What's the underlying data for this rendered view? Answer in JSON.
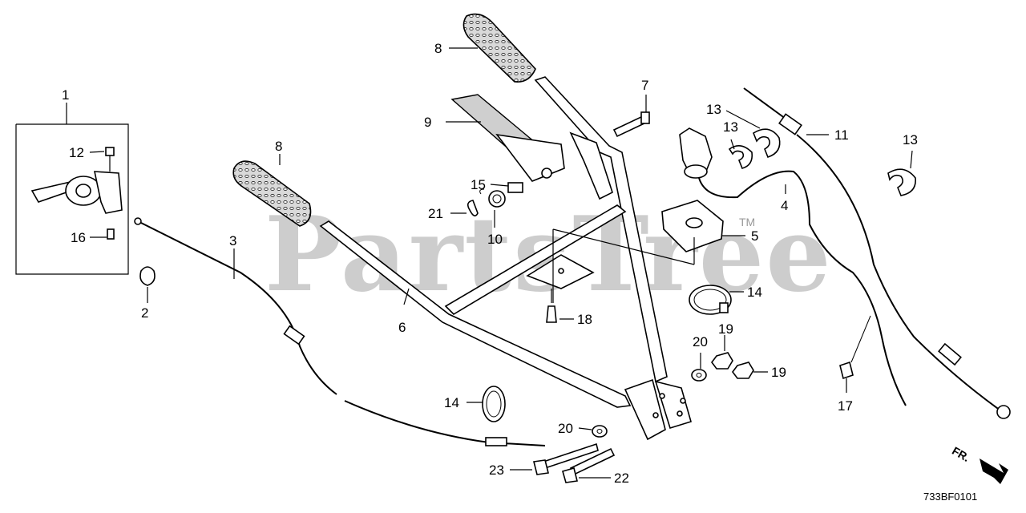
{
  "watermark": {
    "text": "PartsTree",
    "mark": "TM"
  },
  "diagram_code": "733BF0101",
  "direction_label": "FR.",
  "callouts": [
    {
      "id": "1",
      "label": "1"
    },
    {
      "id": "2",
      "label": "2"
    },
    {
      "id": "3",
      "label": "3"
    },
    {
      "id": "4",
      "label": "4"
    },
    {
      "id": "5",
      "label": "5"
    },
    {
      "id": "6",
      "label": "6"
    },
    {
      "id": "7",
      "label": "7"
    },
    {
      "id": "8a",
      "label": "8"
    },
    {
      "id": "8b",
      "label": "8"
    },
    {
      "id": "9",
      "label": "9"
    },
    {
      "id": "10",
      "label": "10"
    },
    {
      "id": "11",
      "label": "11"
    },
    {
      "id": "12",
      "label": "12"
    },
    {
      "id": "13a",
      "label": "13"
    },
    {
      "id": "13b",
      "label": "13"
    },
    {
      "id": "13c",
      "label": "13"
    },
    {
      "id": "14a",
      "label": "14"
    },
    {
      "id": "14b",
      "label": "14"
    },
    {
      "id": "15",
      "label": "15"
    },
    {
      "id": "16",
      "label": "16"
    },
    {
      "id": "17",
      "label": "17"
    },
    {
      "id": "18",
      "label": "18"
    },
    {
      "id": "19a",
      "label": "19"
    },
    {
      "id": "19b",
      "label": "19"
    },
    {
      "id": "20a",
      "label": "20"
    },
    {
      "id": "20b",
      "label": "20"
    },
    {
      "id": "21",
      "label": "21"
    },
    {
      "id": "22",
      "label": "22"
    },
    {
      "id": "23",
      "label": "23"
    }
  ]
}
